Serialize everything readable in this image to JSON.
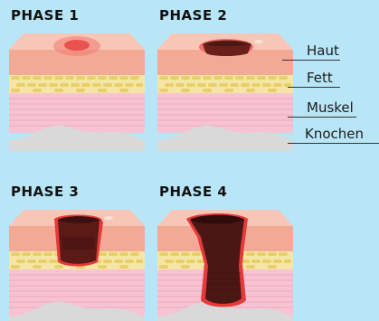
{
  "phases": [
    {
      "title": "PHASE 1"
    },
    {
      "title": "PHASE 2"
    },
    {
      "title": "PHASE 3"
    },
    {
      "title": "PHASE 4"
    }
  ],
  "layers": {
    "skin": "Haut",
    "fat": "Fett",
    "muscle": "Muskel",
    "bone": "Knochen"
  },
  "colors": {
    "background": "#b9e6f7",
    "skin": "#f2a996",
    "skin_top": "#f7c6b6",
    "fat": "#f6e6a6",
    "fat_cell": "#e9cf6a",
    "muscle": "#f7c3d2",
    "bone": "#d9d9d9",
    "wound_red": "#e63a3a",
    "wound_dark": "#4a1714"
  }
}
